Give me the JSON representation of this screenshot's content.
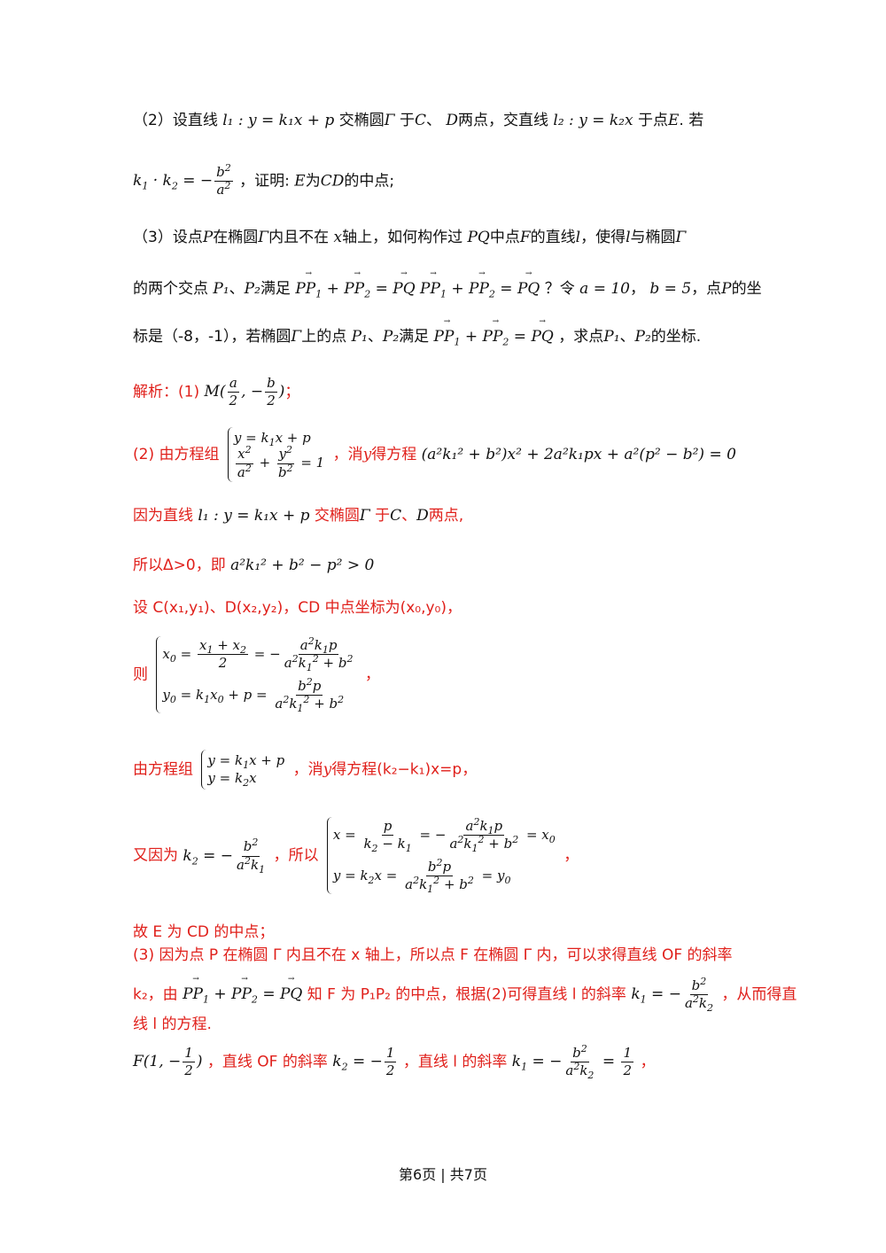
{
  "q2": {
    "line1_label": "（2）设直线",
    "l1_eq": "l₁ : y = k₁x + p",
    "line1_t2": "交椭圆",
    "gamma": "Γ",
    "line1_t3": "于",
    "C": "C",
    "sep": "、",
    "D": "D",
    "line1_t4": "两点，交直线",
    "l2_eq": "l₂ : y = k₂x",
    "line1_t5": "于点",
    "E": "E",
    "line1_t6": ". 若",
    "line2_t1": "，证明:",
    "line2_t2": "为",
    "CD": "CD",
    "line2_t3": "的中点;"
  },
  "q3": {
    "t1": "（3）设点",
    "P": "P",
    "t2": "在椭圆",
    "t3": "内且不在",
    "x": "x",
    "t4": "轴上，如何构作过",
    "PQ": "PQ",
    "t5": "中点",
    "F": "F",
    "t6": "的直线",
    "l": "l",
    "t7": "，使得",
    "t8": "与椭圆",
    "t9": "的两个交点",
    "P1": "P₁",
    "P2": "P₂",
    "t10": "满足",
    "t11": "？令",
    "a_eq": "a = 10",
    "comma": "，",
    "b_eq": "b = 5",
    "t12": "，点",
    "t13": "的坐",
    "t14": "标是（-8，-1），若椭圆",
    "t15": "上的点",
    "t16": "，求点",
    "t17": "的坐标."
  },
  "sol": {
    "s1_label": "解析：(1)",
    "s1_tail": "；",
    "s2_label": "(2) 由方程组",
    "s2_mid": "，消",
    "y": "y",
    "s2_mid2": "得方程",
    "s2_eq": "(a²k₁² + b²)x² + 2a²k₁px + a²(p² − b²) = 0",
    "s3_t1": "因为直线",
    "s3_t2": "交椭圆",
    "s3_t3": "于",
    "s3_t4": "两点,",
    "s4_t1": "所以Δ>0，即",
    "s4_eq": "a²k₁² + b² − p² > 0",
    "s5": "设 C(x₁,y₁)、D(x₂,y₂)，CD 中点坐标为(x₀,y₀)，",
    "s6_label": "则",
    "s7_label": "由方程组",
    "s7_mid": "，消",
    "s7_tail": "得方程(k₂−k₁)x=p，",
    "s8_t1": "又因为",
    "s8_t2": "，所以",
    "s9": "故 E 为 CD 的中点；",
    "s10": "(3) 因为点 P 在椭圆 Γ 内且不在 x 轴上，所以点 F 在椭圆 Γ 内，可以求得直线 OF 的斜率",
    "s11_t1": "k₂，由",
    "s11_t2": "知 F 为 P₁P₂ 的中点，根据(2)可得直线 l 的斜率",
    "s11_t3": "，从而得直",
    "s12": "线 l 的方程.",
    "s13_t1": "，直线 OF 的斜率",
    "s13_t2": "，直线 l 的斜率",
    "s13_t3": "，"
  },
  "footer": {
    "page": "第6页 | 共7页"
  }
}
